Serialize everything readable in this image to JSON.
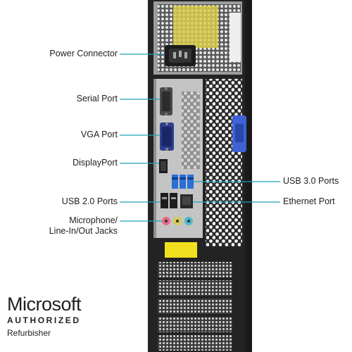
{
  "labels": {
    "power_connector": "Power Connector",
    "serial_port": "Serial Port",
    "vga_port": "VGA Port",
    "displayport": "DisplayPort",
    "usb_2_ports": "USB 2.0 Ports",
    "microphone_jacks": "Microphone/\nLine-In/Out Jacks",
    "usb_3_ports": "USB 3.0 Ports",
    "ethernet_port": "Ethernet Port"
  },
  "logo": {
    "name": "Microsoft",
    "authorized": "AUTHORIZED",
    "refurbisher": "Refurbisher"
  },
  "colors": {
    "callout_line": "#1fa3b5",
    "chassis": "#2b2b2b",
    "panel": "#c4c4c4",
    "usb3_blue": "#2a6fd6",
    "release_latch": "#3f63d6",
    "yellow_tag": "#f2e01f",
    "power_sticker": "#d9cd4a"
  },
  "icons": [
    "power-socket-icon",
    "serial-port-icon",
    "vga-port-icon",
    "displayport-icon",
    "usb-port-icon",
    "ethernet-port-icon",
    "audio-jack-icon",
    "vent-grill-icon",
    "expansion-slot-icon"
  ]
}
